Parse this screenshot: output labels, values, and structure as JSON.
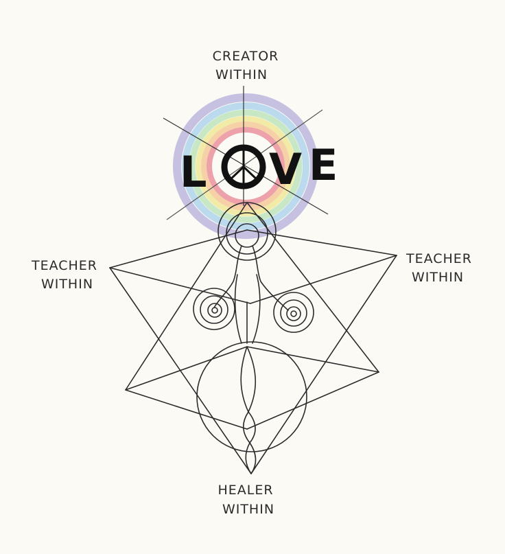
{
  "labels": {
    "top_line1": "CREATOR",
    "top_line2": "WITHIN",
    "left_line1": "TEACHER",
    "left_line2": "WITHIN",
    "right_line1": "TEACHER",
    "right_line2": "WITHIN",
    "bottom_line1": "HEALER",
    "bottom_line2": "WITHIN"
  },
  "center_word": {
    "letter1": "L",
    "letter3": "V",
    "letter4": "E"
  },
  "colors": {
    "paper": "#fbfaf5",
    "ink": "#2b2b2b",
    "halo": [
      "#8a7fc8",
      "#7fb3e0",
      "#9fd6a0",
      "#e8e27a",
      "#f0b070",
      "#e05a6a"
    ]
  }
}
